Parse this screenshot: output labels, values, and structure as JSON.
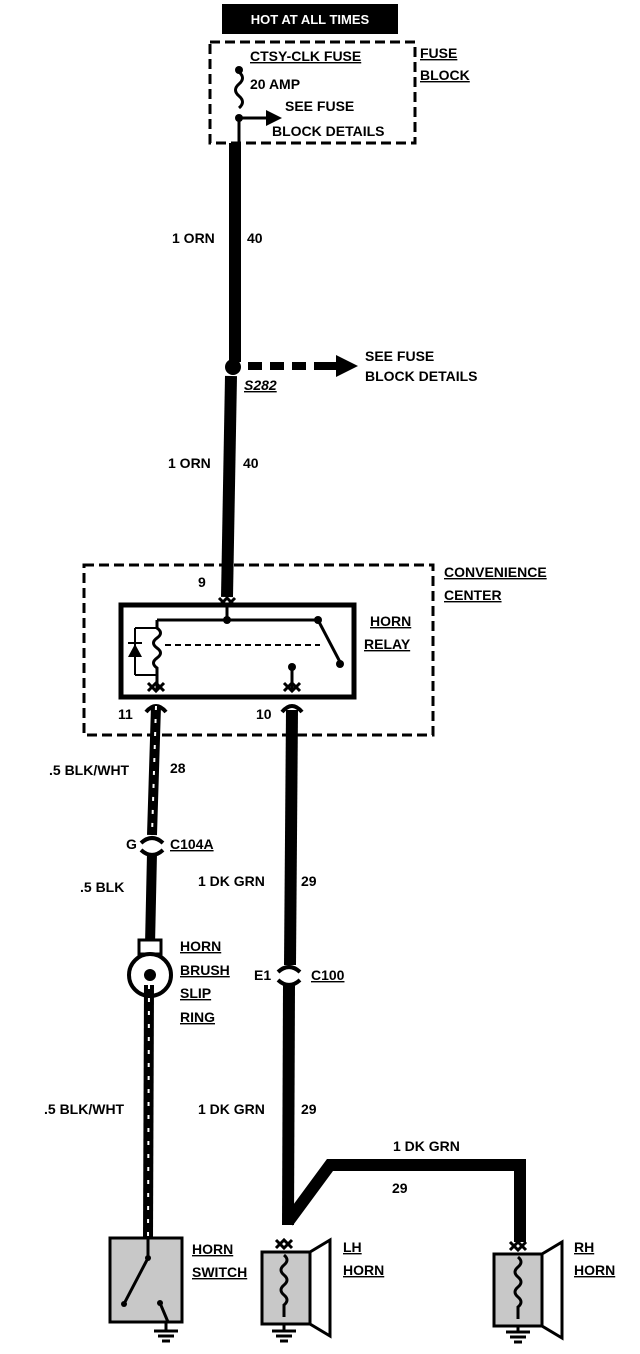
{
  "hot_label": "HOT AT ALL TIMES",
  "fuse": {
    "name": "CTSY-CLK FUSE",
    "rating": "20 AMP",
    "see_line1": "SEE FUSE",
    "see_line2": "BLOCK DETAILS",
    "block_line1": "FUSE",
    "block_line2": "BLOCK"
  },
  "wire_40_upper": {
    "gauge": "1 ORN",
    "circuit": "40"
  },
  "splice": {
    "name": "S282",
    "see_line1": "SEE FUSE",
    "see_line2": "BLOCK DETAILS"
  },
  "wire_40_lower": {
    "gauge": "1 ORN",
    "circuit": "40"
  },
  "convenience_center": {
    "line1": "CONVENIENCE",
    "line2": "CENTER"
  },
  "relay": {
    "line1": "HORN",
    "line2": "RELAY",
    "pin_top": "9",
    "pin_left": "11",
    "pin_right": "10"
  },
  "wire_28_upper": {
    "gauge": ".5 BLK/WHT",
    "circuit": "28"
  },
  "connector_c104a": {
    "pin": "G",
    "name": "C104A"
  },
  "wire_blk": {
    "gauge": ".5 BLK"
  },
  "slip_ring": {
    "line1": "HORN",
    "line2": "BRUSH",
    "line3": "SLIP",
    "line4": "RING"
  },
  "wire_28_lower": {
    "gauge": ".5 BLK/WHT"
  },
  "wire_29_upper": {
    "gauge": "1 DK GRN",
    "circuit": "29"
  },
  "connector_c100": {
    "pin": "E1",
    "name": "C100"
  },
  "wire_29_lower": {
    "gauge": "1 DK GRN",
    "circuit": "29"
  },
  "wire_29_branch": {
    "gauge": "1 DK GRN",
    "circuit": "29"
  },
  "horn_switch": {
    "line1": "HORN",
    "line2": "SWITCH"
  },
  "lh_horn": {
    "line1": "LH",
    "line2": "HORN"
  },
  "rh_horn": {
    "line1": "RH",
    "line2": "HORN"
  },
  "colors": {
    "ink": "#000000",
    "fill": "#c8c8c8",
    "paper": "#ffffff"
  }
}
